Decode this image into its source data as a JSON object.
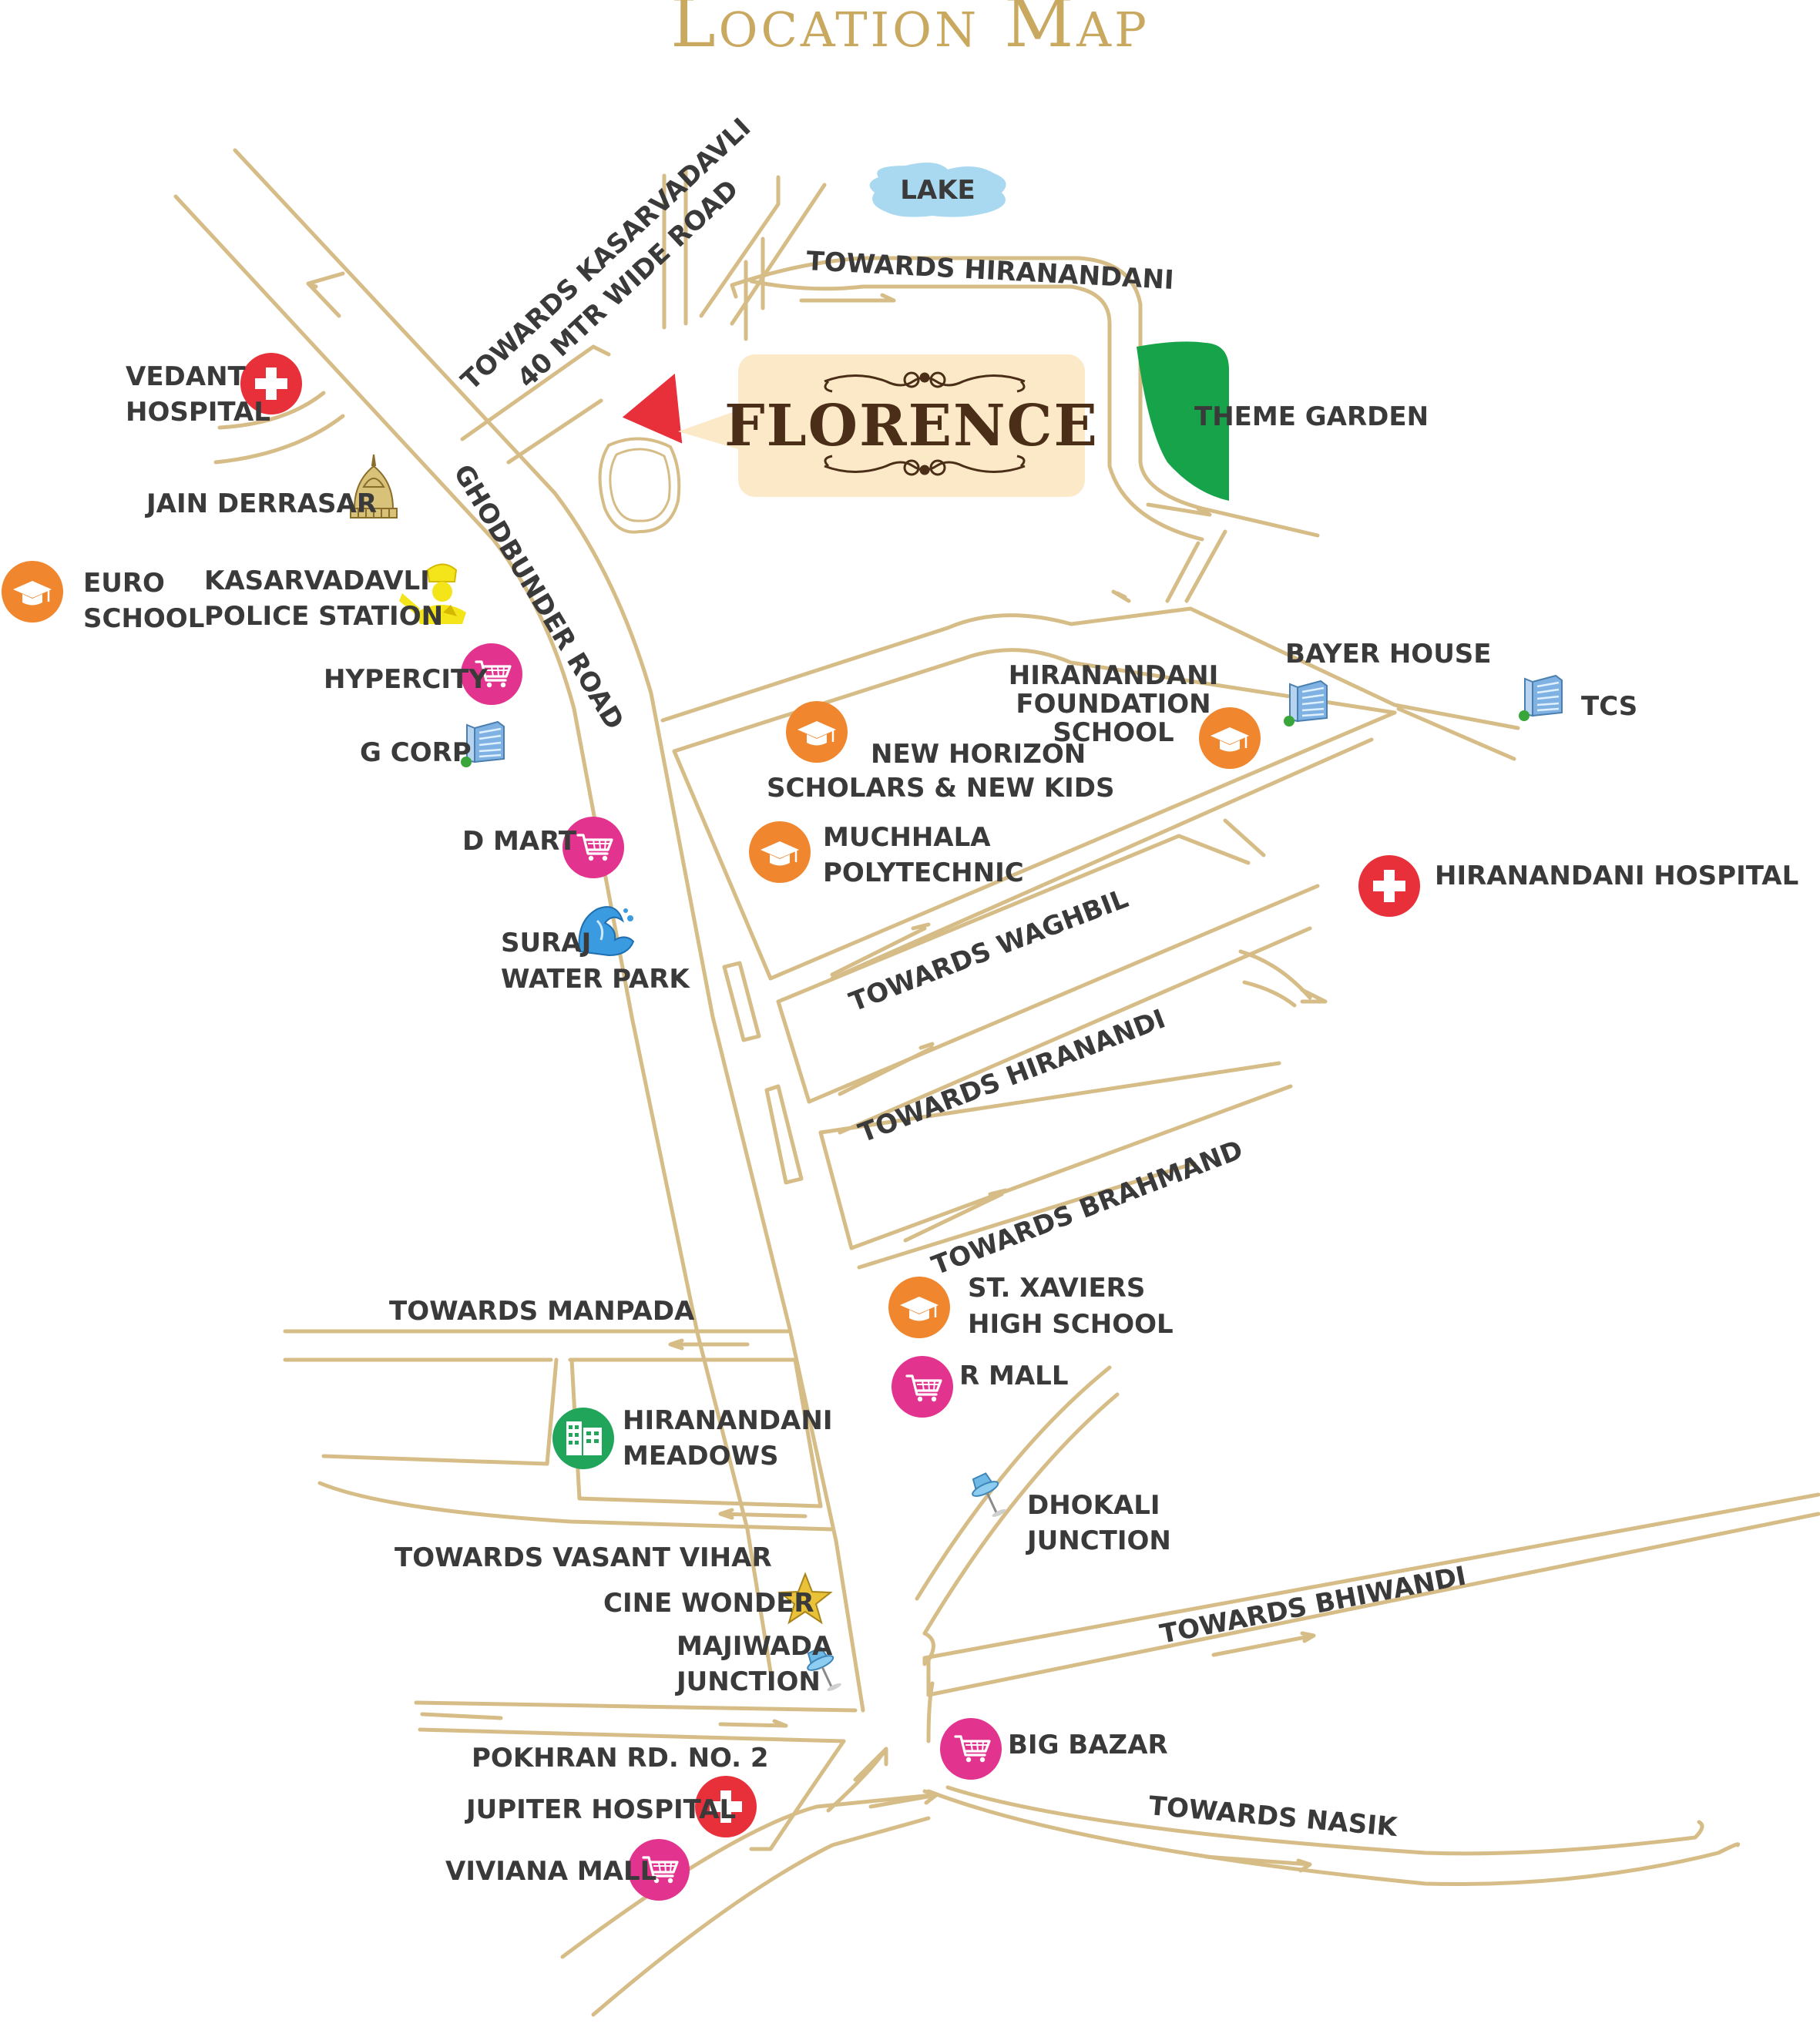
{
  "title": "Location Map",
  "project": {
    "name": "FLORENCE"
  },
  "features": {
    "lake": "LAKE",
    "theme_garden": "THEME GARDEN"
  },
  "roads": {
    "ghodbunder": "GHODBUNDER ROAD",
    "kasarvadavli_1": "TOWARDS KASARVADAVLI",
    "kasarvadavli_2": "40 MTR WIDE ROAD",
    "hiranandani_top": "TOWARDS HIRANANDANI",
    "waghbil": "TOWARDS WAGHBIL",
    "hiranandi": "TOWARDS HIRANANDI",
    "brahmand": "TOWARDS BRAHMAND",
    "manpada": "TOWARDS MANPADA",
    "vasant_vihar": "TOWARDS VASANT VIHAR",
    "bhiwandi": "TOWARDS BHIWANDI",
    "nasik": "TOWARDS NASIK",
    "pokhran": "POKHRAN RD. NO. 2"
  },
  "places": {
    "vedant": [
      "VEDANT",
      "HOSPITAL"
    ],
    "jain": "JAIN DERRASAR",
    "euro": [
      "EURO",
      "SCHOOL"
    ],
    "police": [
      "KASARVADAVLI",
      "POLICE STATION"
    ],
    "hypercity": "HYPERCITY",
    "gcorp": "G CORP",
    "dmart": "D MART",
    "suraj": [
      "SURAJ",
      "WATER PARK"
    ],
    "hfs": [
      "HIRANANDANI",
      "FOUNDATION",
      "SCHOOL"
    ],
    "bayer": "BAYER HOUSE",
    "tcs": "TCS",
    "newhorizon": [
      "NEW HORIZON",
      "SCHOLARS & NEW KIDS"
    ],
    "muchhala": [
      "MUCHHALA",
      "POLYTECHNIC"
    ],
    "hhospital": "HIRANANDANI HOSPITAL",
    "xaviers": [
      "ST. XAVIERS",
      "HIGH SCHOOL"
    ],
    "rmall": "R MALL",
    "meadows": [
      "HIRANANDANI",
      "MEADOWS"
    ],
    "dhokali": [
      "DHOKALI",
      "JUNCTION"
    ],
    "cine": "CINE WONDER",
    "majiwada": [
      "MAJIWADA",
      "JUNCTION"
    ],
    "bigbazar": "BIG BAZAR",
    "jupiter": "JUPITER HOSPITAL",
    "viviana": "VIVIANA MALL"
  },
  "colors": {
    "road": "#d6bc86",
    "title": "#c9a860",
    "hospital": "#e8303a",
    "school": "#f0862e",
    "shopping": "#e2338e",
    "residential": "#21a55b",
    "garden": "#16a34a",
    "lake": "#a8d9f0",
    "plot": "#e8303a",
    "project_box": "#fbe9c8"
  }
}
